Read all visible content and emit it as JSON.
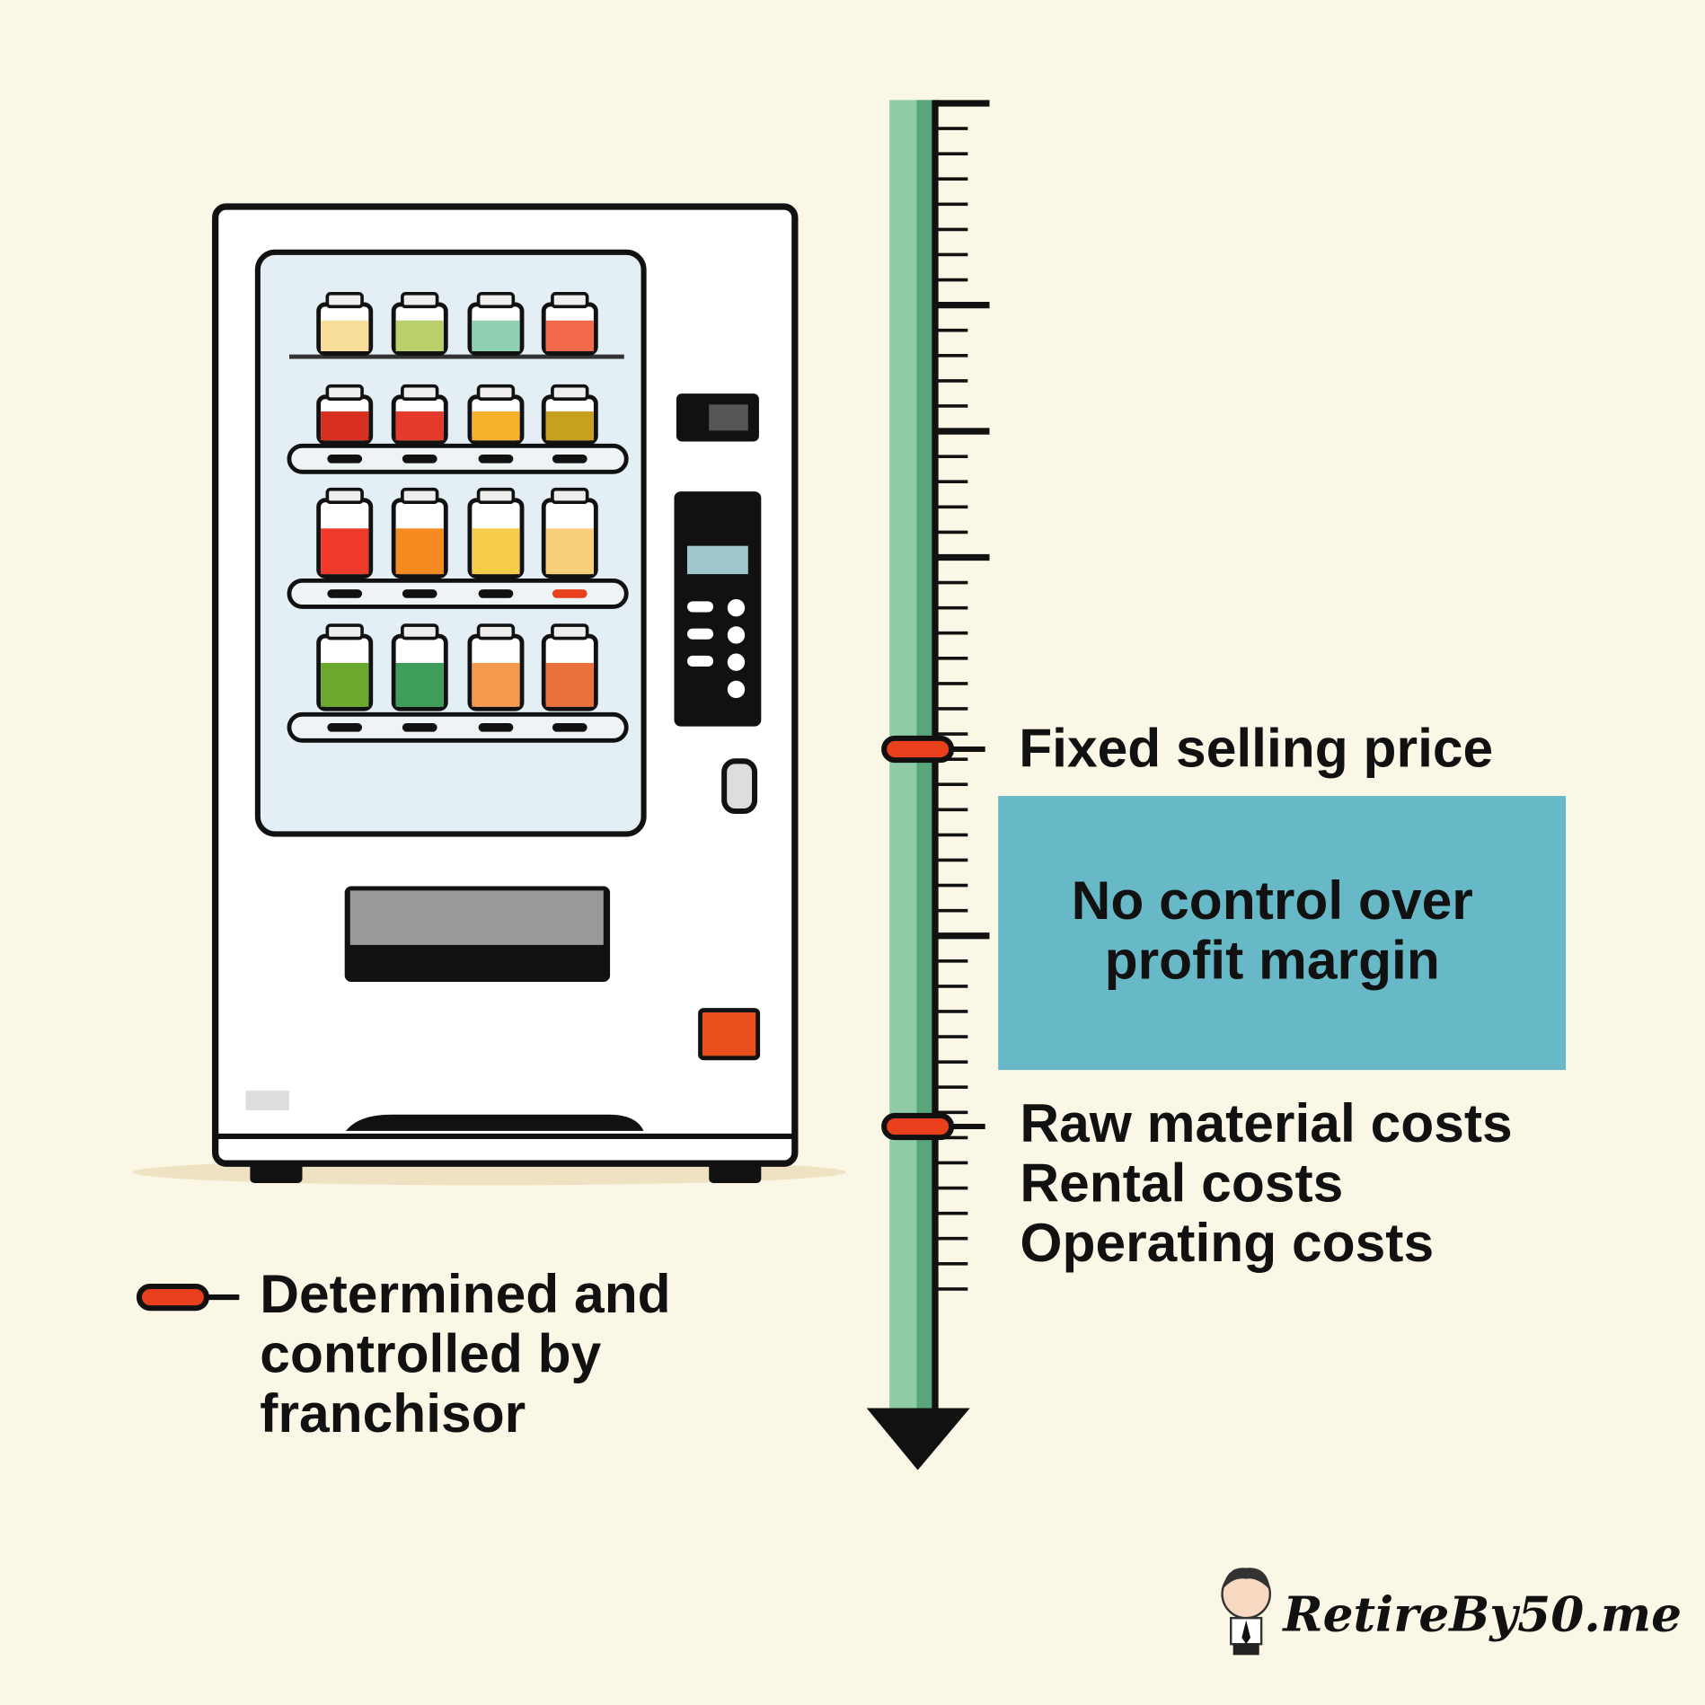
{
  "labels": {
    "fixed_price": "Fixed selling price",
    "no_control_line1": "No control over",
    "no_control_line2": "profit margin",
    "costs": [
      "Raw material costs",
      "Rental costs",
      "Operating costs"
    ],
    "legend": [
      "Determined and",
      "controlled by",
      "franchisor"
    ]
  },
  "logo": {
    "text": "RetireBy50.me"
  },
  "colors": {
    "background": "#fbf7e6",
    "ruler": "#8fcca6",
    "box": "#68b9c8",
    "marker": "#e8401c"
  }
}
